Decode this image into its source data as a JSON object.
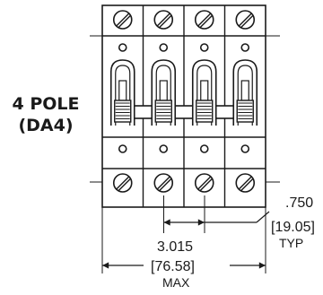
{
  "title": {
    "line1": "4 POLE",
    "line2": "(DA4)"
  },
  "pole_count": 4,
  "dimensions": {
    "pitch": {
      "inch": ".750",
      "mm": "[19.05]",
      "note": "TYP"
    },
    "overall": {
      "inch": "3.015",
      "mm": "[76.58]",
      "note": "MAX"
    }
  },
  "colors": {
    "line": "#1a1a1a",
    "background": "#ffffff"
  }
}
